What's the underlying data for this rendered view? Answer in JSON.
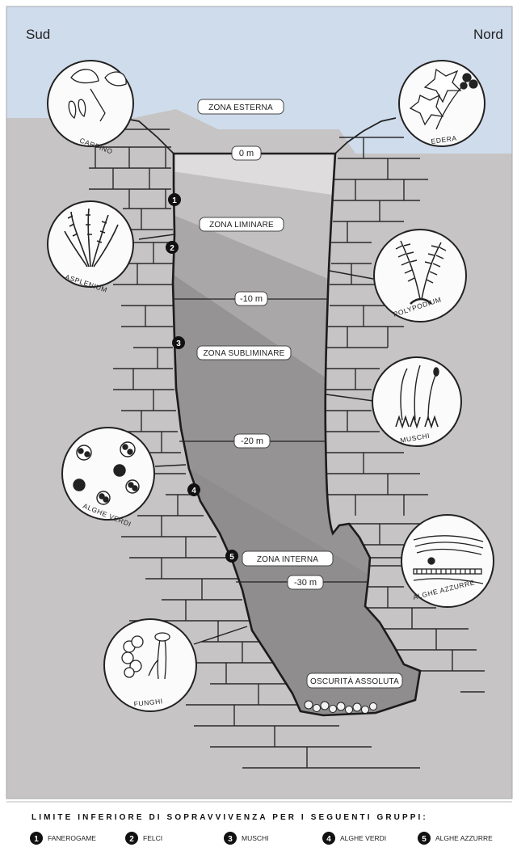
{
  "sides": {
    "left": "Sud",
    "right": "Nord"
  },
  "zones": {
    "esterna": "ZONA ESTERNA",
    "liminare": "ZONA LIMINARE",
    "subliminare": "ZONA SUBLIMINARE",
    "interna": "ZONA INTERNA",
    "oscurita": "OSCURITÀ ASSOLUTA"
  },
  "depths": [
    "0 m",
    "-10 m",
    "-20 m",
    "-30 m"
  ],
  "plants": {
    "carpino": "CARPINO",
    "edera": "EDERA",
    "asplenium": "ASPLENIUM",
    "polypodium": "POLYPODIUM",
    "muschi": "MUSCHI",
    "alghe_verdi": "ALGHE VERDI",
    "alghe_azzurre": "ALGHE AZZURRE",
    "funghi": "FUNGHI"
  },
  "markers": [
    "1",
    "2",
    "3",
    "4",
    "5"
  ],
  "legend": {
    "title": "LIMITE INFERIORE DI SOPRAVVIVENZA PER I SEGUENTI GRUPPI:",
    "items": [
      {
        "num": "1",
        "label": "FANEROGAME"
      },
      {
        "num": "2",
        "label": "FELCI"
      },
      {
        "num": "3",
        "label": "MUSCHI"
      },
      {
        "num": "4",
        "label": "ALGHE VERDI"
      },
      {
        "num": "5",
        "label": "ALGHE AZZURRE"
      }
    ]
  },
  "colors": {
    "sky": "#cfdcec",
    "rock": "#c6c4c4",
    "shaft_light": "#dedcdc",
    "shaft_mid": "#c2c0c0",
    "shaft_dark": "#a9a7a7",
    "shaft_darkest": "#959393"
  }
}
